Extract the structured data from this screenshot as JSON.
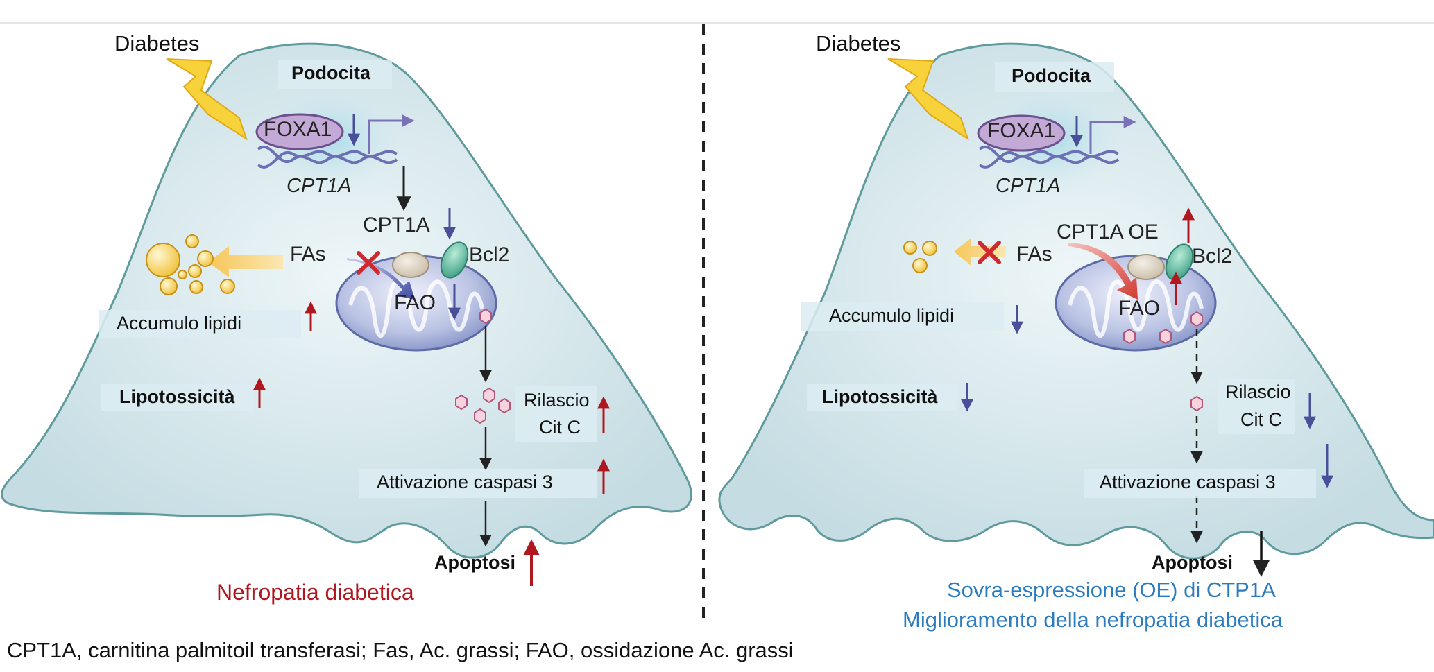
{
  "left_panel": {
    "diabetes": "Diabetes",
    "cell_label": "Podocita",
    "foxa1": "FOXA1",
    "gene": "CPT1A",
    "cpt1a": "CPT1A",
    "fas": "FAs",
    "bcl2": "Bcl2",
    "fao": "FAO",
    "lipid_accumulation": "Accumulo lipidi",
    "lipotoxicity": "Lipotossicità",
    "cytc_line1": "Rilascio",
    "cytc_line2": "Cit C",
    "caspase": "Attivazione caspasi 3",
    "apoptosis": "Apoptosi",
    "outcome": "Nefropatia diabetica"
  },
  "right_panel": {
    "diabetes": "Diabetes",
    "cell_label": "Podocita",
    "foxa1": "FOXA1",
    "gene": "CPT1A",
    "cpt1a": "CPT1A OE",
    "fas": "FAs",
    "bcl2": "Bcl2",
    "fao": "FAO",
    "lipid_accumulation": "Accumulo lipidi",
    "lipotoxicity": "Lipotossicità",
    "cytc_line1": "Rilascio",
    "cytc_line2": "Cit C",
    "caspase": "Attivazione caspasi 3",
    "apoptosis": "Apoptosi",
    "outcome_line1": "Sovra-espressione (OE) di CTP1A",
    "outcome_line2": "Miglioramento della nefropatia diabetica"
  },
  "caption": "CPT1A, carnitina palmitoil transferasi; Fas, Ac. grassi; FAO, ossidazione Ac. grassi",
  "colors": {
    "cell_fill": "#cfe3e8",
    "cell_stroke": "#5f9a9c",
    "up_arrow": "#b0171f",
    "down_arrow": "#4a4f9a",
    "outcome_left": "#b0171f",
    "outcome_right": "#2a7bbf"
  }
}
